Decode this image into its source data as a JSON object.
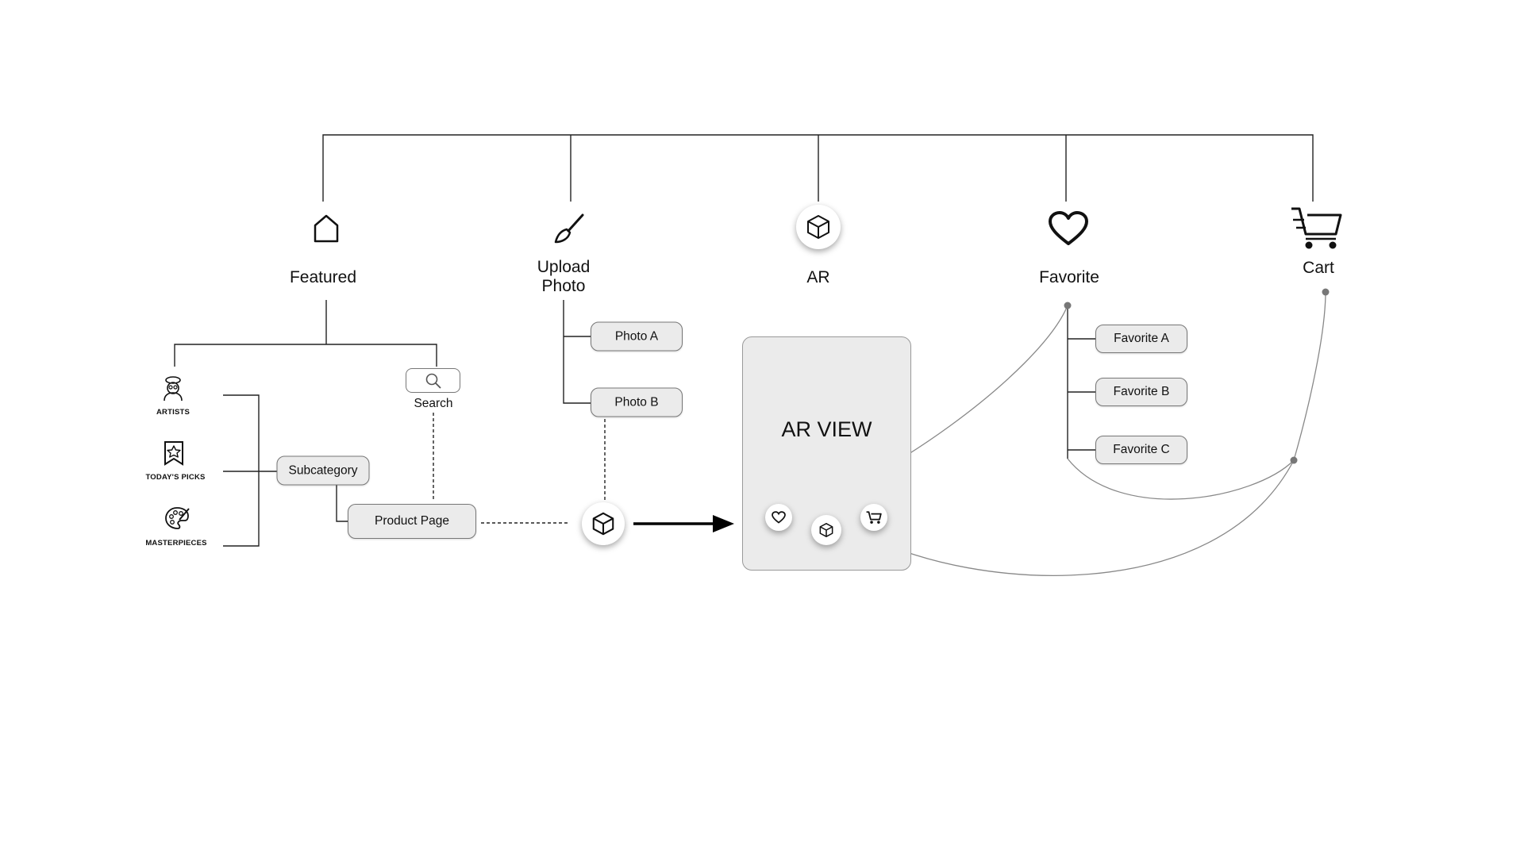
{
  "nav": {
    "featured": "Featured",
    "upload_line1": "Upload",
    "upload_line2": "Photo",
    "ar": "AR",
    "favorite": "Favorite",
    "cart": "Cart"
  },
  "featured": {
    "artists": "ARTISTS",
    "todays_picks": "TODAY'S PICKS",
    "masterpieces": "MASTERPIECES",
    "search": "Search",
    "subcategory": "Subcategory",
    "product_page": "Product Page"
  },
  "upload": {
    "photo_a": "Photo A",
    "photo_b": "Photo B"
  },
  "ar_view": {
    "title": "AR VIEW"
  },
  "favorites": [
    "Favorite A",
    "Favorite B",
    "Favorite C"
  ],
  "icons": {
    "featured": "home-icon",
    "upload": "paintbrush-icon",
    "ar": "cube-icon",
    "favorite": "heart-icon",
    "cart": "cart-icon",
    "artists": "artist-icon",
    "todays_picks": "bookmark-star-icon",
    "masterpieces": "palette-icon",
    "search": "search-icon"
  },
  "colors": {
    "line": "#222222",
    "curve": "#888888",
    "pill_fill": "#ebebeb",
    "card_fill": "#ebebeb"
  }
}
